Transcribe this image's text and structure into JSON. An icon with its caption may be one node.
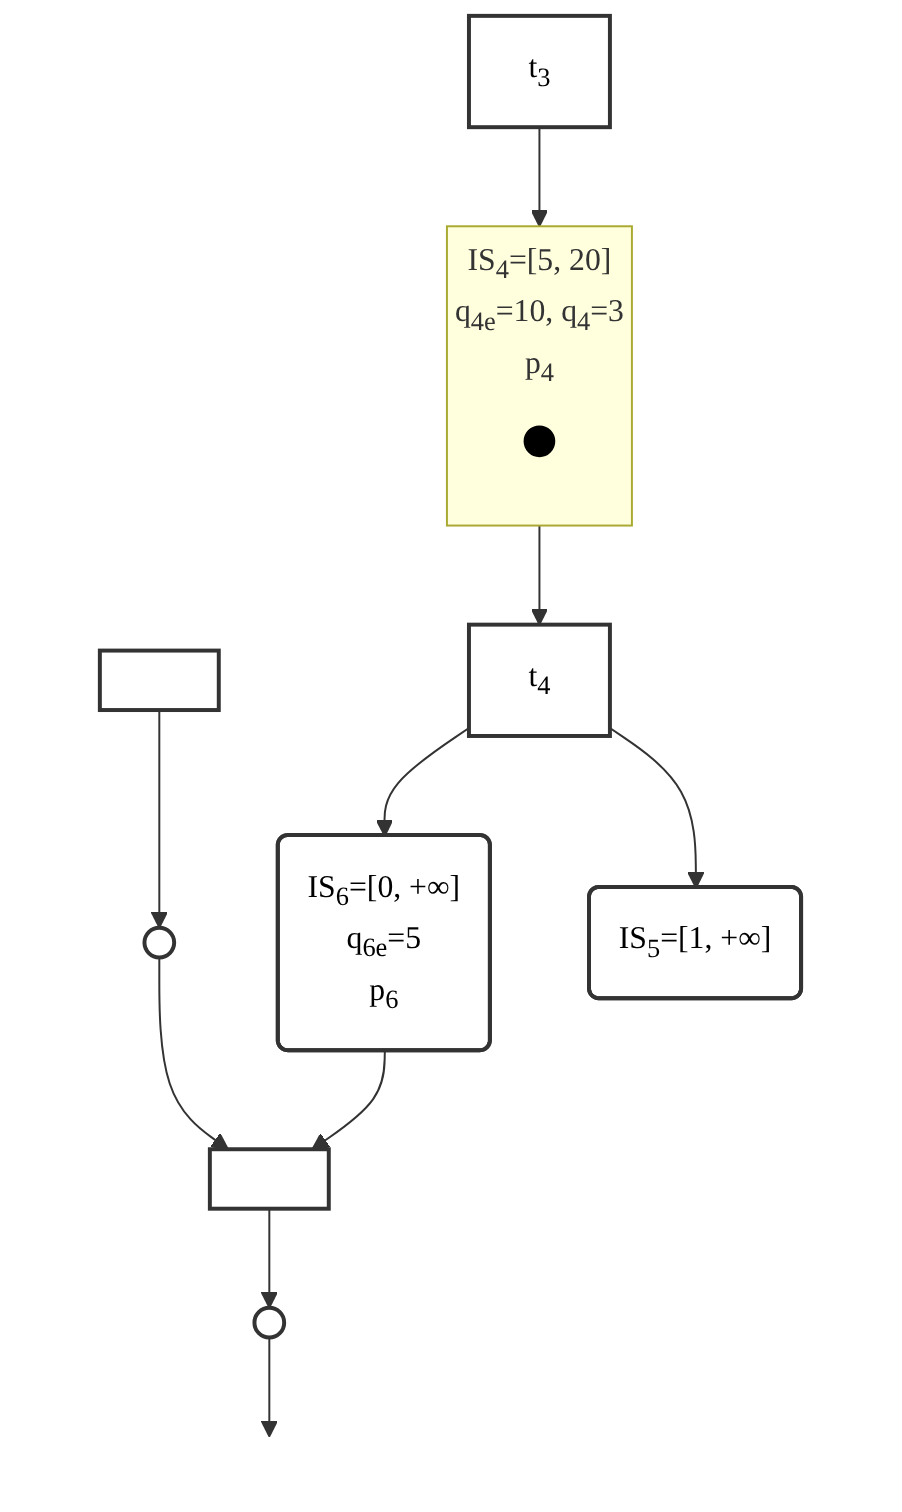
{
  "diagram": {
    "nodes": [
      {
        "text": [],
        "shape": "bar"
      },
      {
        "text": [],
        "shape": "circle"
      },
      {
        "text": [],
        "shape": "bar"
      },
      {
        "text": [],
        "shape": "circle"
      },
      {
        "text": [
          "IS$_{6}$=[0, +∞]",
          "q$_{6e}$=5",
          "p$_{6}$"
        ]
      },
      {
        "text": [
          "t$_{3}$"
        ]
      },
      {
        "text": [
          "IS$_{4}$=[5, 20]",
          "q$_{4e}$=10, q$_{4}$=3",
          "p$_{4}$"
        ]
      },
      {
        "text": [],
        "shape": "circle",
        "in": 6
      },
      {
        "text": [
          "t$_{4}$"
        ]
      },
      {
        "text": [
          "IS$_{5}$=[1, +∞]"
        ]
      }
    ],
    "edges": [
      {
        "from": 0,
        "to": 1,
        "arrow": "to"
      },
      {
        "from": 1,
        "to": 2,
        "arrow": "to"
      },
      {
        "from": 2,
        "to": 3,
        "arrow": "to"
      },
      {
        "from": 3,
        "to": null,
        "arrow": "to"
      },
      {
        "from": 4,
        "to": 2,
        "arrow": "to"
      },
      {
        "from": 5,
        "to": 6,
        "arrow": "to"
      },
      {
        "from": 6,
        "to": 8,
        "arrow": "to"
      },
      {
        "from": 8,
        "to": 4,
        "arrow": "to"
      },
      {
        "from": 8,
        "to": 9,
        "arrow": "to"
      }
    ]
  }
}
